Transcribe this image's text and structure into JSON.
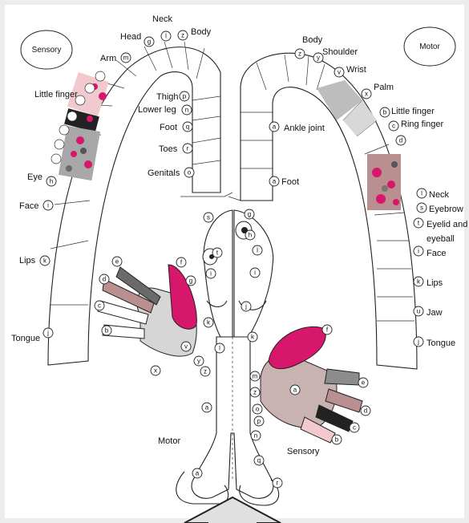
{
  "sensory_panel": {
    "title": "Sensory",
    "labels": {
      "neck": "Neck",
      "head": "Head",
      "body": "Body",
      "arm": "Arm",
      "little_finger": "Little finger",
      "thigh": "Thigh",
      "lower_leg": "Lower leg",
      "foot": "Foot",
      "toes": "Toes",
      "genitals": "Genitals",
      "eye": "Eye",
      "face": "Face",
      "lips": "Lips",
      "tongue": "Tongue"
    },
    "letters": {
      "head": "g",
      "neck": "l",
      "body": "z",
      "arm": "m",
      "thigh": "p",
      "lower_leg": "n",
      "foot": "q",
      "toes": "r",
      "genitals": "o",
      "eye": "h",
      "face": "i",
      "lips": "k",
      "tongue": "j"
    }
  },
  "motor_panel": {
    "title": "Motor",
    "labels": {
      "body": "Body",
      "shoulder": "Shoulder",
      "wrist": "Wrist",
      "palm": "Palm",
      "little_finger": "Little finger",
      "ring_finger": "Ring finger",
      "ankle_joint": "Ankle joint",
      "foot": "Foot",
      "neck": "Neck",
      "eyebrow": "Eyebrow",
      "eyelid": "Eyelid and",
      "eyeball": "eyeball",
      "face": "Face",
      "lips": "Lips",
      "jaw": "Jaw",
      "tongue": "Tongue"
    },
    "letters": {
      "body": "z",
      "shoulder": "y",
      "wrist": "v",
      "palm": "x",
      "little_finger": "b",
      "ring_finger": "c",
      "upper_d": "d",
      "ankle_joint": "a",
      "foot": "a",
      "neck": "l",
      "eyebrow": "s",
      "eyelid": "t",
      "face": "i",
      "lips": "k",
      "jaw": "u",
      "tongue": "j"
    }
  },
  "homunculus": {
    "motor_label": "Motor",
    "sensory_label": "Sensory",
    "left_hand_letters": [
      "e",
      "d",
      "c",
      "b",
      "f",
      "g",
      "v",
      "x",
      "y"
    ],
    "right_hand_letters": [
      "f",
      "e",
      "a",
      "d",
      "c",
      "b"
    ],
    "head_letters": [
      "s",
      "g",
      "t",
      "h",
      "i",
      "l",
      "i",
      "j",
      "k",
      "k",
      "l"
    ],
    "leg_letters": [
      "z",
      "m",
      "z",
      "a",
      "o",
      "p",
      "n",
      "q",
      "r",
      "a"
    ]
  },
  "colors": {
    "background": "#ececec",
    "panel": "#ffffff",
    "magenta": "#d6176b",
    "pink": "#f2c9cf",
    "mauve": "#b98f8f",
    "grey": "#8c8c8c",
    "dark": "#222222"
  },
  "icons": {
    "arrow": "up-arrow-icon"
  }
}
